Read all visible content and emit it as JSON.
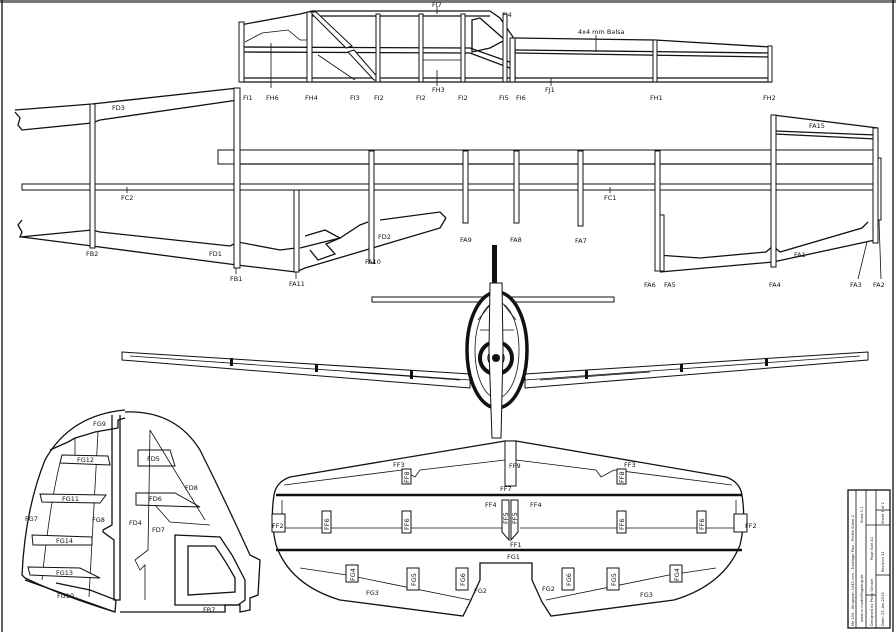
{
  "top_view": {
    "labels": [
      "FI7",
      "FI4",
      "4x4 mm Balsa",
      "FI1",
      "FH6",
      "FH4",
      "FI3",
      "FI2",
      "FI2",
      "FH3",
      "FI2",
      "FI5",
      "FI6",
      "FJ1",
      "FH1",
      "FH2"
    ]
  },
  "side_view": {
    "labels": [
      "FD3",
      "FC2",
      "FB2",
      "FD1",
      "FB1",
      "FA11",
      "FD2",
      "FA10",
      "FA9",
      "FA8",
      "FA7",
      "FC1",
      "FA6",
      "FA5",
      "FA4",
      "FA3",
      "FA2",
      "FA1",
      "FA15"
    ]
  },
  "stabilizer": {
    "labels": [
      "FF3",
      "FF8",
      "FF9",
      "FF8",
      "FF3",
      "FF7",
      "FF4",
      "FF5",
      "FF5",
      "FF4",
      "FF2",
      "FF6",
      "FF6",
      "FF6",
      "FF6",
      "FF2",
      "FF1",
      "FG1",
      "FG4",
      "FG5",
      "FG6",
      "FG2",
      "FG2",
      "FG6",
      "FG5",
      "FG4",
      "FG3",
      "FG3"
    ]
  },
  "fin": {
    "labels": [
      "FG9",
      "FG12",
      "FG11",
      "FG7",
      "FG8",
      "FG14",
      "FG13",
      "FG10",
      "FD5",
      "FD6",
      "FD8",
      "FD4",
      "FD7",
      "FB7"
    ]
  },
  "title_block": {
    "title": "Me 109 - Wingspan 1040 mm - Fuselage Plan - Profile Sheet 2",
    "website": "www.rc-modellflugzeug.de",
    "designer": "Designed by Philip Strobel",
    "page_size": "Page Size A1",
    "scale": "Scale 1:1",
    "date": "Date: 23. Jan 2019",
    "revision": "Revision 11",
    "sheet": "Sheet 1 of 2"
  }
}
